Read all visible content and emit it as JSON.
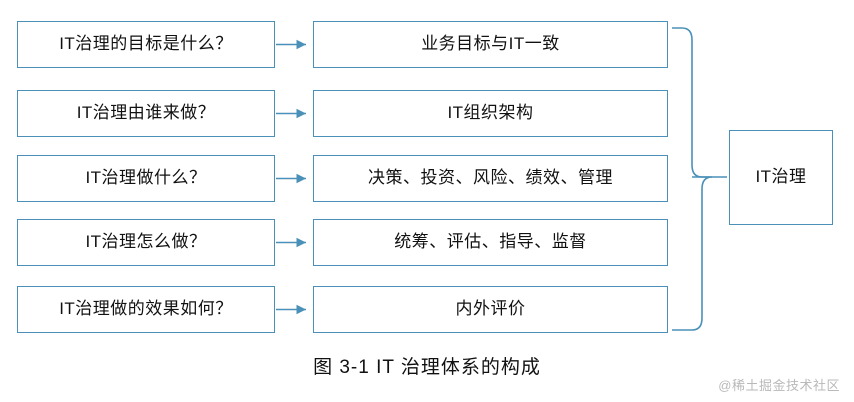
{
  "diagram": {
    "title": "IT 治理体系的构成",
    "caption_number": "图 3-1",
    "caption_full": "图 3-1   IT 治理体系的构成",
    "accent_color": "#4a90b8",
    "rows": [
      {
        "question": "IT治理的目标是什么？",
        "answer": "业务目标与IT一致"
      },
      {
        "question": "IT治理由谁来做？",
        "answer": "IT组织架构"
      },
      {
        "question": "IT治理做什么？",
        "answer": "决策、投资、风险、绩效、管理"
      },
      {
        "question": "IT治理怎么做？",
        "answer": "统筹、评估、指导、监督"
      },
      {
        "question": "IT治理做的效果如何？",
        "answer": "内外评价"
      }
    ],
    "result": "IT治理"
  },
  "watermark": "@稀土掘金技术社区"
}
